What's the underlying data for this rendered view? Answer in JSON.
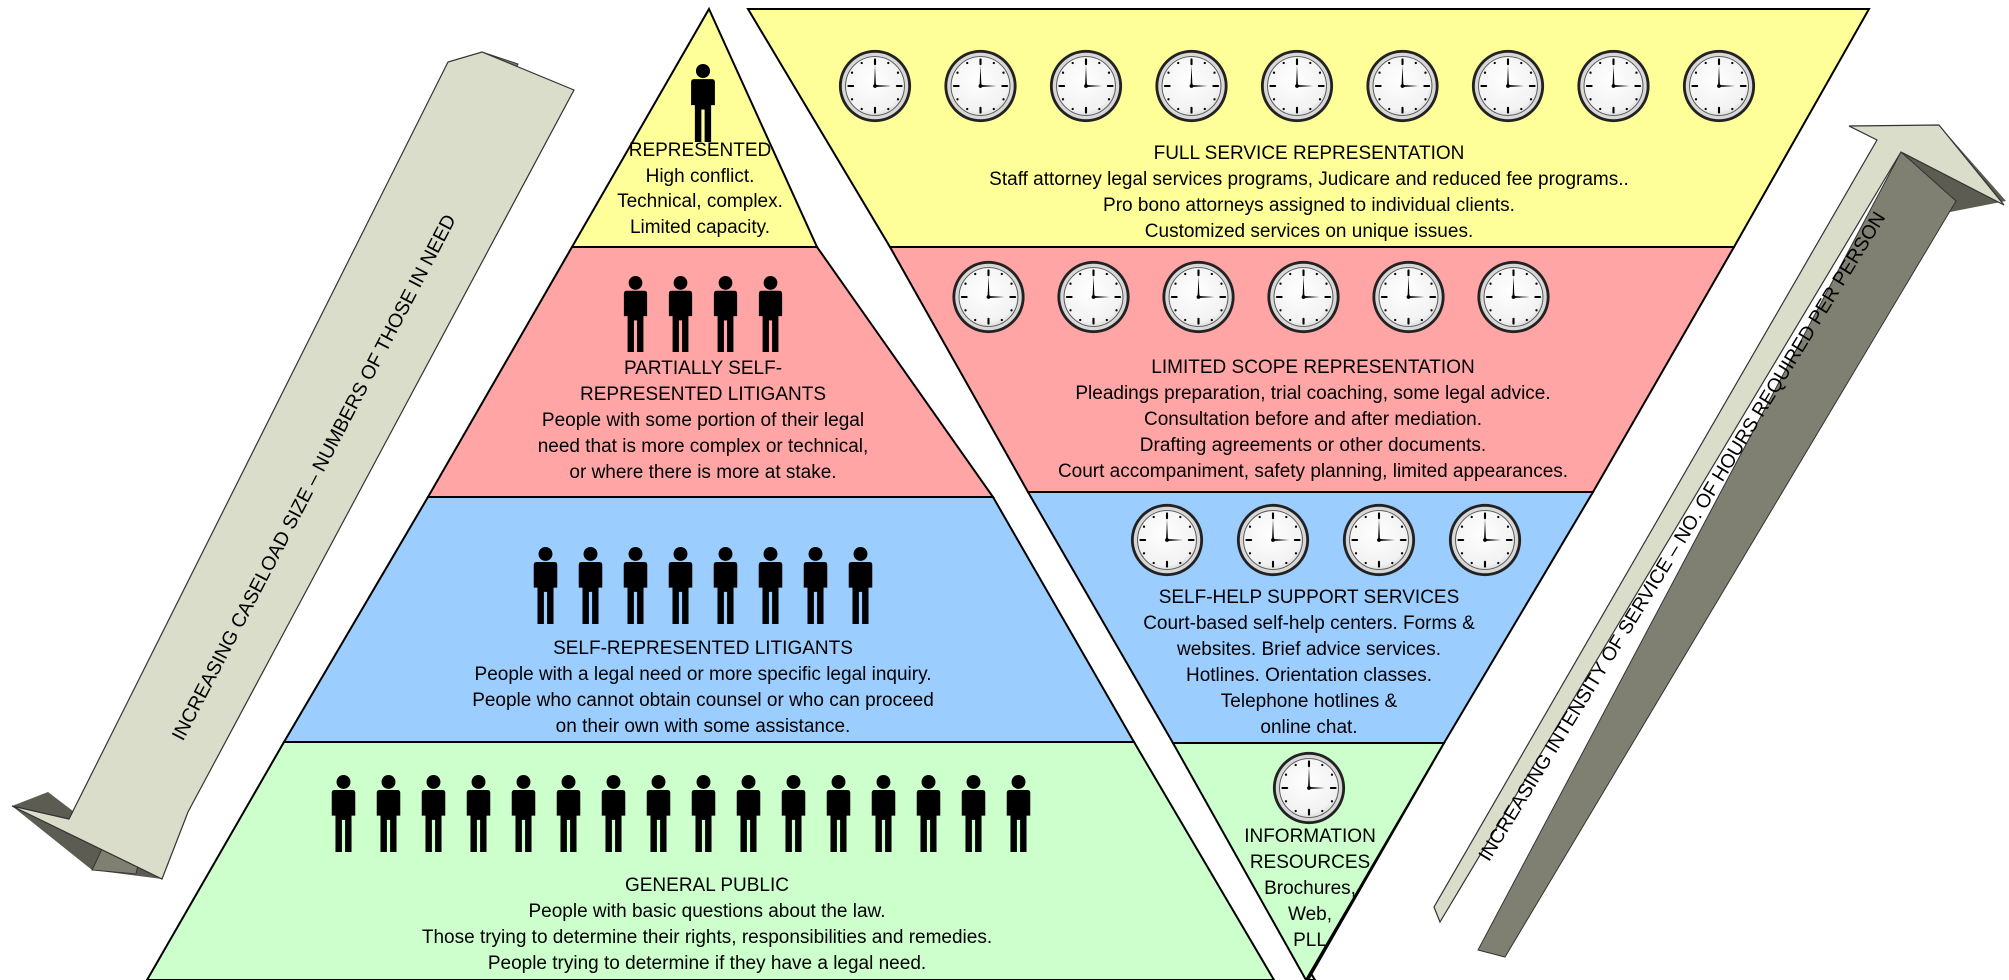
{
  "colors": {
    "yellow": "#ffff99",
    "pink": "#ffa5a5",
    "blue": "#9ccdff",
    "green": "#ccffcc",
    "arrow_face": "#d9ddc9",
    "arrow_dark": "#808072",
    "arrow_shadow": "#5c5c52",
    "border": "#000000"
  },
  "left_arrow": {
    "label": "INCREASING CASELOAD SIZE – NUMBERS OF THOSE IN NEED"
  },
  "right_arrow": {
    "label": "INCREASING INTENSITY OF SERVICE – NO. OF HOURS REQUIRED PER PERSON"
  },
  "pyramid": {
    "tiers": [
      {
        "icon": "person-icon",
        "people": 1,
        "title": "REPRESENTED",
        "lines": [
          "High conflict.",
          "Technical, complex.",
          "Limited capacity."
        ]
      },
      {
        "icon": "person-icon",
        "people": 4,
        "title": "PARTIALLY SELF-",
        "title2": "REPRESENTED LITIGANTS",
        "lines": [
          "People with some portion of their legal",
          "need that is more complex or technical,",
          "or where there is more at stake."
        ]
      },
      {
        "icon": "person-icon",
        "people": 8,
        "title": "SELF-REPRESENTED LITIGANTS",
        "lines": [
          "People with a legal need or more specific legal inquiry.",
          "People who cannot obtain counsel or who can proceed",
          "on their own with some assistance."
        ]
      },
      {
        "icon": "person-icon",
        "people": 16,
        "title": "GENERAL PUBLIC",
        "lines": [
          "People with basic questions about the law.",
          "Those trying to determine their rights, responsibilities and remedies.",
          "People trying to determine if they have a legal need."
        ]
      }
    ]
  },
  "inverted": {
    "tiers": [
      {
        "icon": "clock-icon",
        "clocks": 9,
        "title": "FULL SERVICE REPRESENTATION",
        "lines": [
          "Staff attorney legal services programs, Judicare and reduced fee programs..",
          "Pro bono attorneys assigned to individual clients.",
          "Customized services on unique issues."
        ]
      },
      {
        "icon": "clock-icon",
        "clocks": 6,
        "title": "LIMITED SCOPE REPRESENTATION",
        "lines": [
          "Pleadings preparation, trial coaching, some legal advice.",
          "Consultation before and after mediation.",
          "Drafting agreements or other documents.",
          "Court accompaniment, safety planning, limited appearances."
        ]
      },
      {
        "icon": "clock-icon",
        "clocks": 4,
        "title": "SELF-HELP SUPPORT SERVICES",
        "lines": [
          "Court-based self-help centers. Forms &",
          "websites.  Brief advice services.",
          "Hotlines. Orientation classes.",
          "Telephone hotlines &",
          "online chat."
        ]
      },
      {
        "icon": "clock-icon",
        "clocks": 1,
        "title": "INFORMATION",
        "title2": "RESOURCES",
        "lines": [
          "Brochures,",
          "Web,",
          "PLL"
        ]
      }
    ]
  }
}
